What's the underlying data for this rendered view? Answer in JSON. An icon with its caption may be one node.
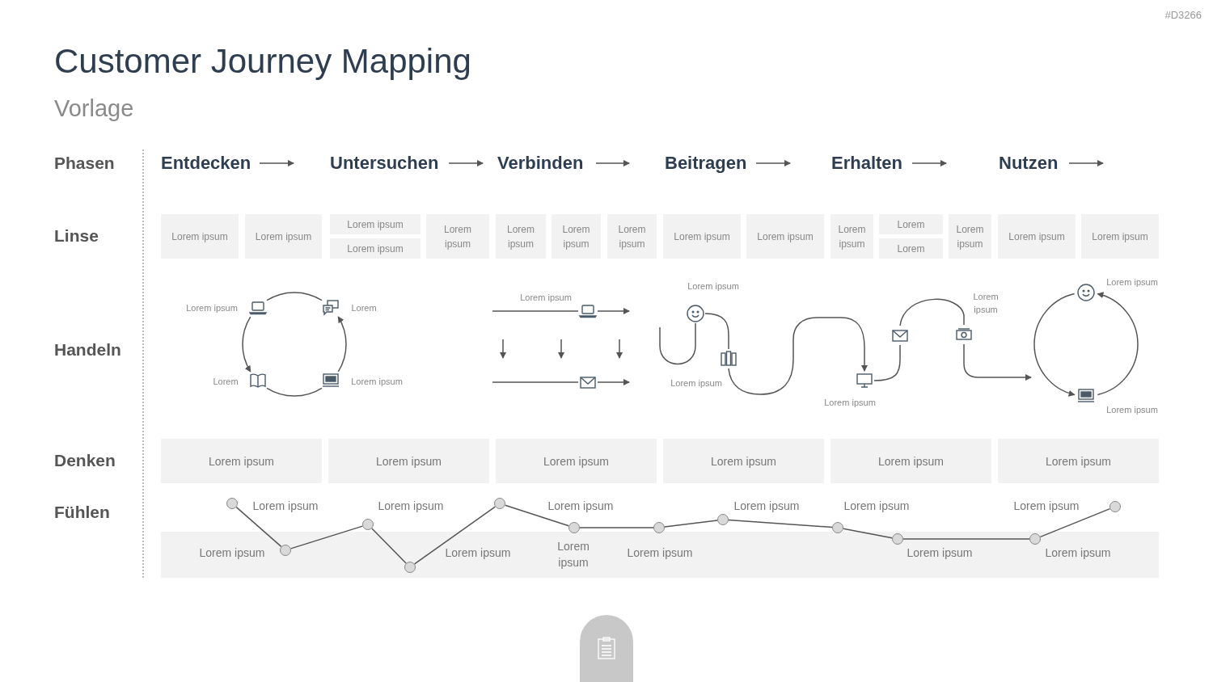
{
  "diagram": {
    "title": "Customer Journey Mapping",
    "nodes": [
      {
        "text": [
          "Lorem ipsum"
        ]
      },
      {
        "text": [
          "Lorem ipsum"
        ]
      },
      {
        "text": [
          "Lorem ipsum"
        ]
      },
      {
        "text": [
          "Lorem ipsum"
        ]
      },
      {
        "text": [
          "Lorem ipsum"
        ]
      },
      {
        "text": [
          "Lorem ipsum"
        ]
      },
      {
        "text": [
          "Lorem ipsum"
        ]
      },
      {
        "text": [
          "Lorem ipsum"
        ]
      },
      {
        "text": [
          "Lorem ipsum"
        ]
      },
      {
        "text": [
          "Lorem ipsum"
        ]
      },
      {
        "text": [
          "Lorem ipsum"
        ]
      },
      {
        "text": [
          "Lorem"
        ]
      },
      {
        "text": [
          "Lorem"
        ]
      },
      {
        "text": [
          "Lorem ipsum"
        ]
      },
      {
        "text": [
          "Lorem ipsum"
        ]
      },
      {
        "text": [
          "Lorem ipsum"
        ]
      },
      {
        "text": [],
        "shape": "laptop",
        "beside": [
          "Lorem ipsum"
        ]
      },
      {
        "text": [],
        "shape": "chat",
        "beside": [
          "Lorem"
        ]
      },
      {
        "text": [],
        "shape": "book",
        "beside": [
          "Lorem"
        ]
      },
      {
        "text": [],
        "shape": "web",
        "beside": [
          "Lorem ipsum"
        ]
      },
      {
        "text": [],
        "shape": "laptop",
        "beside": [
          "Lorem ipsum"
        ]
      },
      {
        "text": [],
        "shape": "envelope"
      },
      {
        "text": [],
        "shape": "smiley",
        "beside": [
          "Lorem ipsum"
        ]
      },
      {
        "text": [],
        "shape": "binders",
        "beside": [
          "Lorem ipsum"
        ]
      },
      {
        "text": [],
        "shape": "monitor",
        "beside": [
          "Lorem ipsum"
        ]
      },
      {
        "text": [],
        "shape": "envelope"
      },
      {
        "text": [],
        "shape": "cash",
        "beside": [
          "Lorem ipsum"
        ]
      },
      {
        "text": [],
        "shape": "smiley",
        "beside": [
          "Lorem ipsum"
        ]
      },
      {
        "text": [],
        "shape": "web",
        "beside": [
          "Lorem ipsum"
        ]
      },
      {
        "text": [
          "Lorem ipsum"
        ]
      },
      {
        "text": [
          "Lorem ipsum"
        ]
      },
      {
        "text": [
          "Lorem ipsum"
        ]
      },
      {
        "text": [
          "Lorem ipsum"
        ]
      },
      {
        "text": [
          "Lorem ipsum"
        ]
      },
      {
        "text": [
          "Lorem ipsum"
        ]
      },
      {
        "text": [],
        "shape": "circle"
      },
      {
        "text": [],
        "shape": "circle"
      },
      {
        "text": [],
        "shape": "circle"
      },
      {
        "text": [],
        "shape": "circle"
      },
      {
        "text": [],
        "shape": "circle"
      },
      {
        "text": [],
        "shape": "circle"
      },
      {
        "text": [],
        "shape": "circle"
      },
      {
        "text": [],
        "shape": "circle"
      },
      {
        "text": [],
        "shape": "circle"
      },
      {
        "text": [],
        "shape": "circle"
      },
      {
        "text": [],
        "shape": "circle"
      },
      {
        "text": [],
        "shape": "circle"
      }
    ],
    "edges": [
      {
        "from": 16,
        "to": 18,
        "arrow": "to"
      },
      {
        "from": 18,
        "to": 19,
        "arrow": "none"
      },
      {
        "from": 19,
        "to": 17,
        "arrow": "to"
      },
      {
        "from": 17,
        "to": 16,
        "arrow": "none"
      },
      {
        "from": null,
        "to": 20,
        "arrow": "none"
      },
      {
        "from": 20,
        "to": null,
        "arrow": "to"
      },
      {
        "from": null,
        "to": 21,
        "arrow": "none"
      },
      {
        "from": 21,
        "to": null,
        "arrow": "to"
      },
      {
        "from": null,
        "to": 22,
        "arrow": "none"
      },
      {
        "from": 22,
        "to": 23,
        "arrow": "none"
      },
      {
        "from": 23,
        "to": 24,
        "arrow": "to"
      },
      {
        "from": 24,
        "to": 25,
        "arrow": "none"
      },
      {
        "from": 25,
        "to": 26,
        "arrow": "none"
      },
      {
        "from": 26,
        "to": null,
        "arrow": "to"
      },
      {
        "from": 27,
        "to": 28,
        "arrow": "to"
      },
      {
        "from": 28,
        "to": 27,
        "arrow": "to"
      },
      {
        "from": 35,
        "to": 36,
        "arrow": "none"
      },
      {
        "from": 36,
        "to": 37,
        "arrow": "none"
      },
      {
        "from": 37,
        "to": 38,
        "arrow": "none"
      },
      {
        "from": 38,
        "to": 39,
        "arrow": "none"
      },
      {
        "from": 39,
        "to": 40,
        "arrow": "none"
      },
      {
        "from": 40,
        "to": 41,
        "arrow": "none"
      },
      {
        "from": 41,
        "to": 42,
        "arrow": "none"
      },
      {
        "from": 42,
        "to": 43,
        "arrow": "none"
      },
      {
        "from": 43,
        "to": 44,
        "arrow": "none"
      },
      {
        "from": 44,
        "to": 45,
        "arrow": "none"
      },
      {
        "from": 45,
        "to": 46,
        "arrow": "none"
      }
    ],
    "labels": [
      "#D3266",
      "Vorlage",
      "Phasen",
      "Entdecken",
      "Untersuchen",
      "Verbinden",
      "Beitragen",
      "Erhalten",
      "Nutzen",
      "Linse",
      "Handeln",
      "Denken",
      "Fühlen",
      "Lorem ipsum",
      "Lorem ipsum",
      "Lorem ipsum",
      "Lorem ipsum",
      "Lorem ipsum",
      "Lorem ipsum",
      "Lorem ipsum",
      "Lorem ipsum",
      "Lorem ipsum",
      "Lorem ipsum",
      "Lorem ipsum",
      "Lorem ipsum"
    ]
  }
}
